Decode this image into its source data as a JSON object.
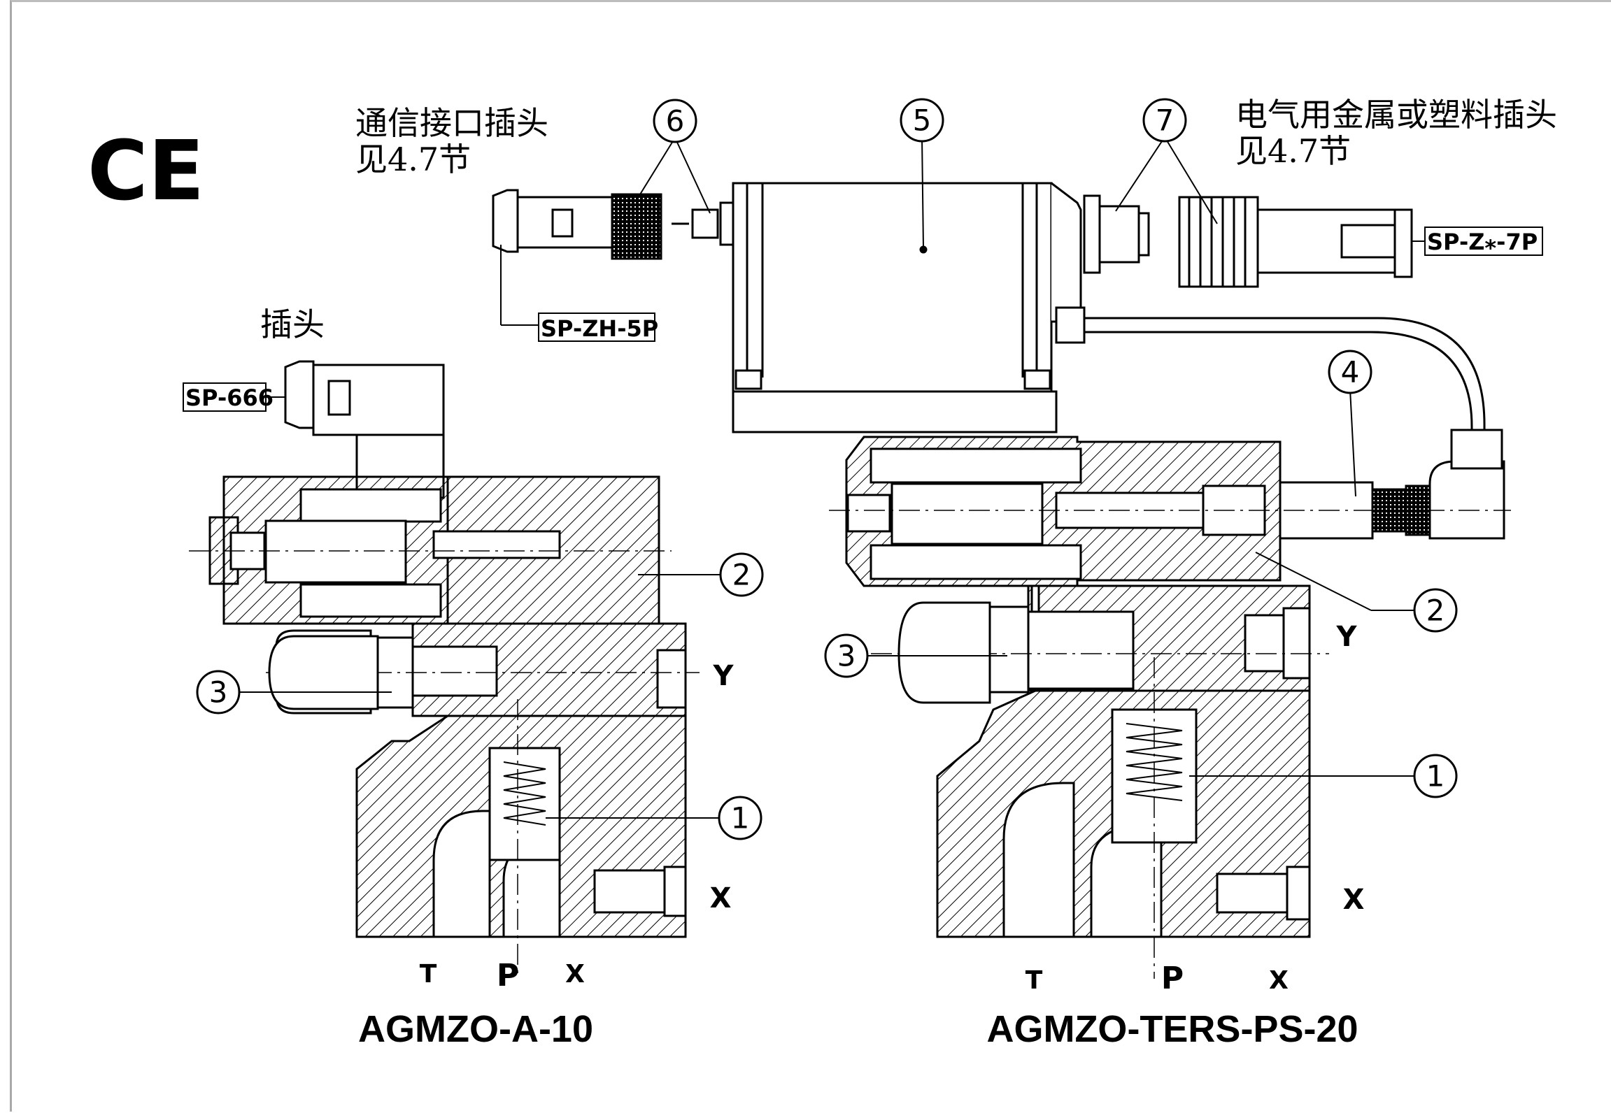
{
  "mark": "CE",
  "notes": {
    "comm_plug": [
      "通信接口插头",
      "见4.7节"
    ],
    "power_plug": [
      "电气用金属或塑料插头",
      "见4.7节"
    ],
    "plug": "插头"
  },
  "codes": {
    "sp_zh_5p": "SP-ZH-5P",
    "sp_z_7p": "SP-Z⁎-7P",
    "sp_666": "SP-666"
  },
  "callouts": {
    "c1a": "1",
    "c2a": "2",
    "c3a": "3",
    "c1b": "1",
    "c2b": "2",
    "c3b": "3",
    "c4": "4",
    "c5": "5",
    "c6": "6",
    "c7": "7"
  },
  "ports": {
    "left": {
      "t": "T",
      "p": "P",
      "x": "X",
      "y": "Y",
      "x_side": "X"
    },
    "right": {
      "t": "T",
      "p": "P",
      "x": "X",
      "y": "Y",
      "x_side": "X"
    }
  },
  "models": {
    "left": "AGMZO-A-10",
    "right": "AGMZO-TERS-PS-20"
  }
}
